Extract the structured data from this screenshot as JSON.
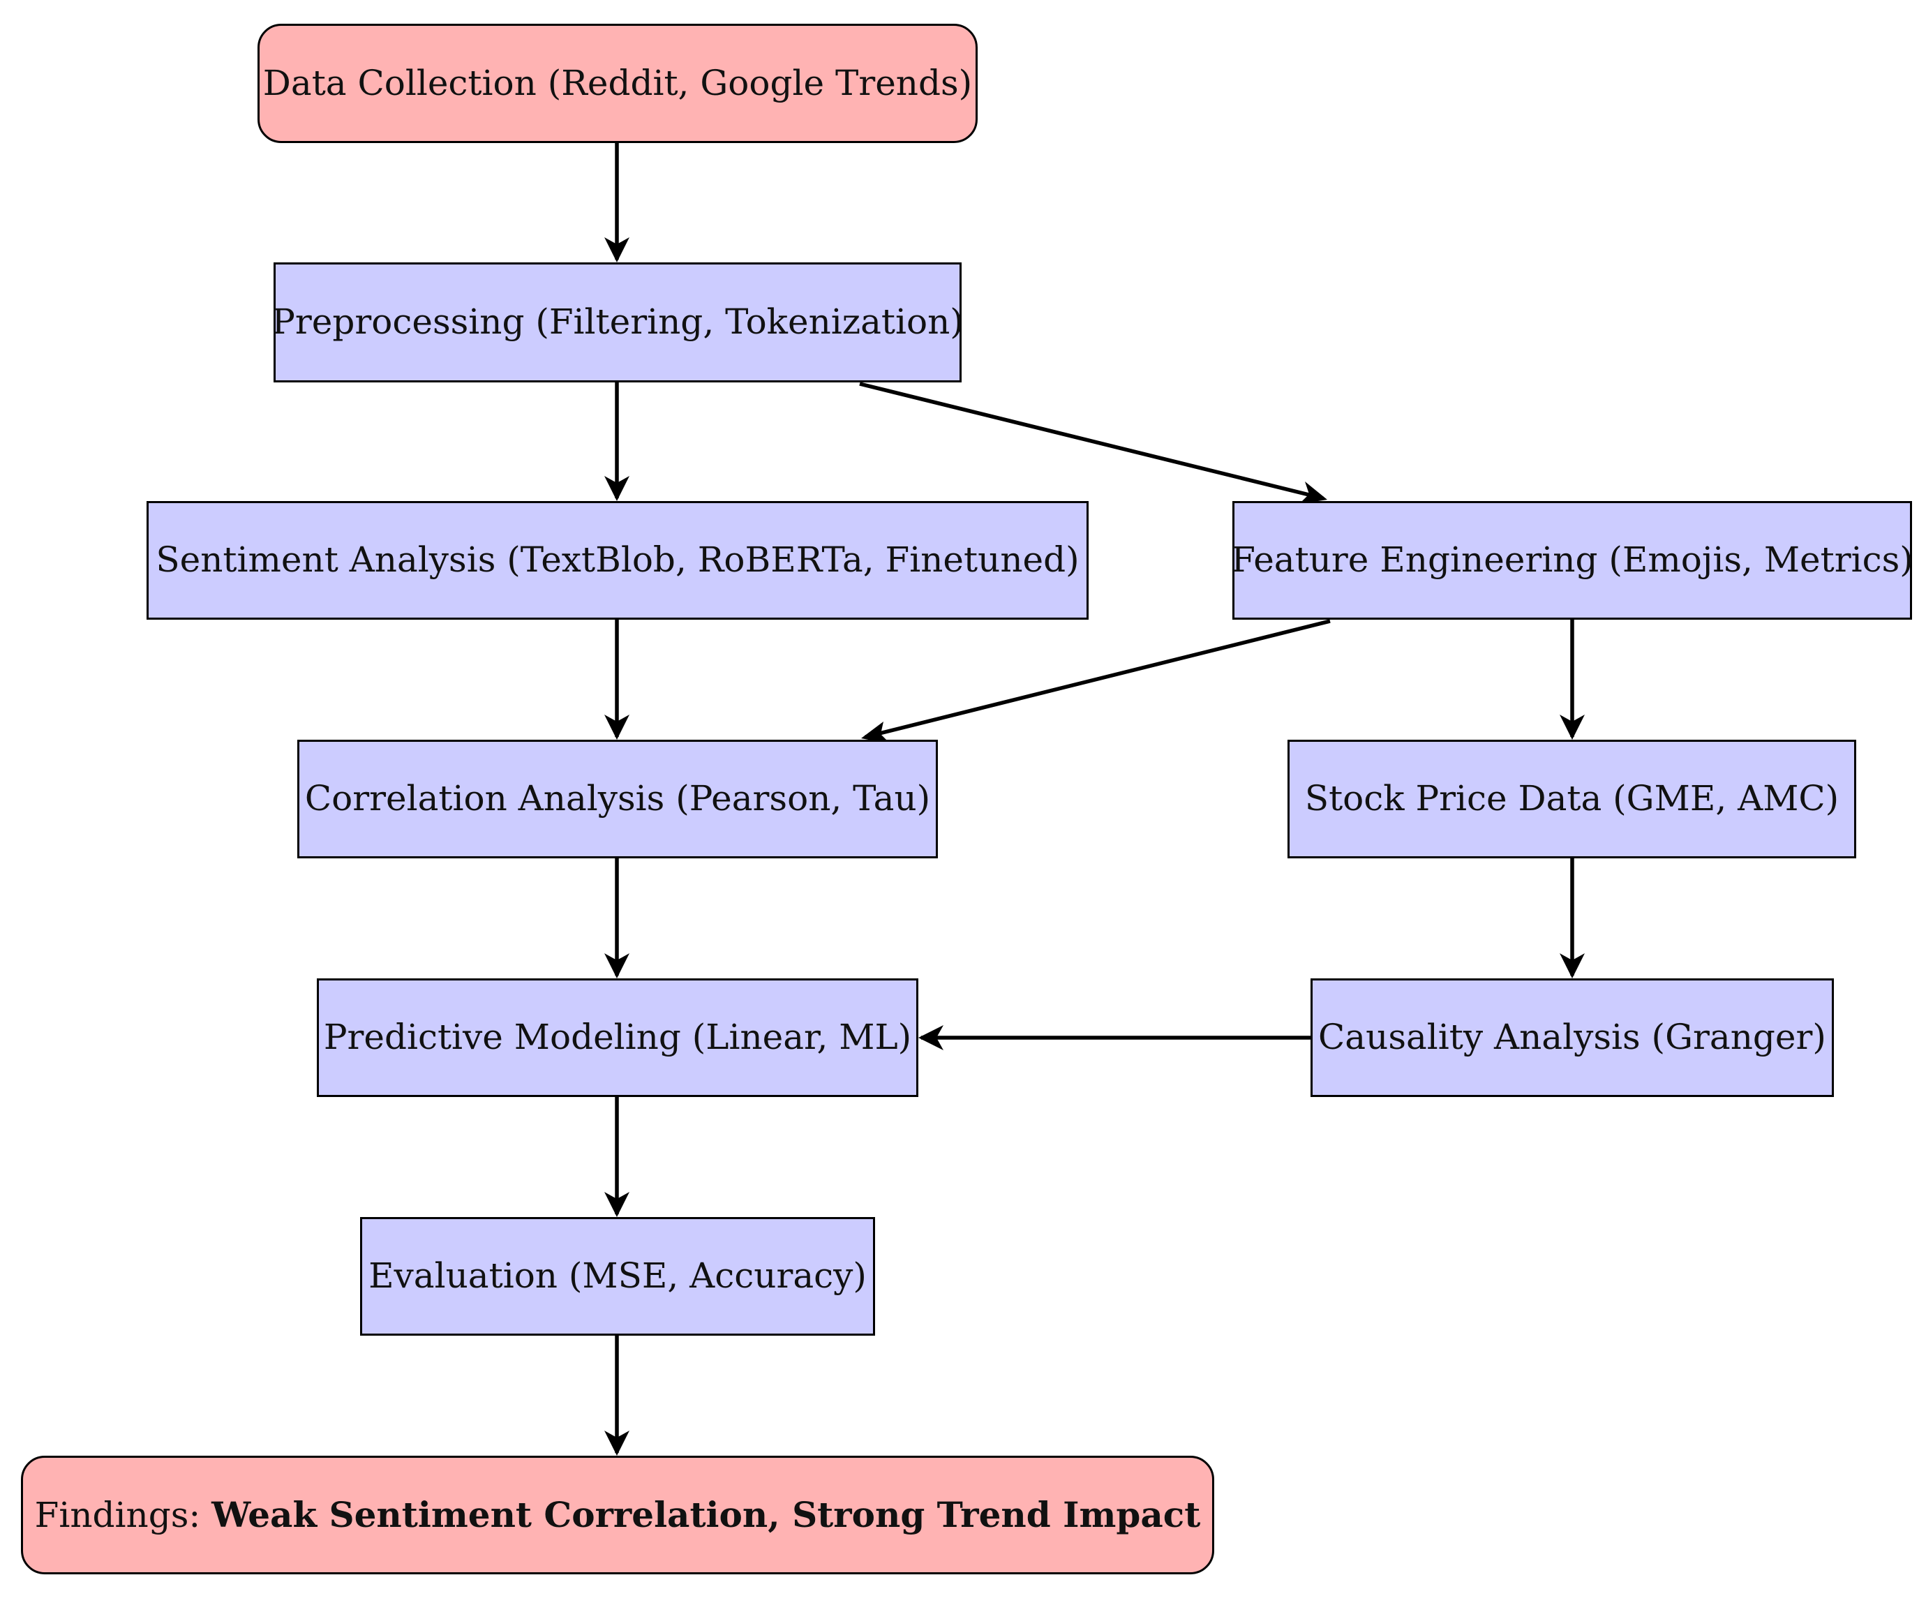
{
  "colors": {
    "terminal_fill": "#ffb3b3",
    "process_fill": "#ccccff",
    "stroke": "#000000"
  },
  "nodes": {
    "data_collection": "Data Collection (Reddit, Google Trends)",
    "preprocessing": "Preprocessing (Filtering, Tokenization)",
    "sentiment_analysis": "Sentiment Analysis (TextBlob, RoBERTa, Finetuned)",
    "feature_engineering": "Feature Engineering (Emojis, Metrics)",
    "correlation_analysis": "Correlation Analysis (Pearson, Tau)",
    "stock_price_data": "Stock Price Data (GME, AMC)",
    "predictive_modeling": "Predictive Modeling (Linear, ML)",
    "causality_analysis": "Causality Analysis (Granger)",
    "evaluation": "Evaluation (MSE, Accuracy)",
    "findings_prefix": "Findings: ",
    "findings_bold": "Weak Sentiment Correlation, Strong Trend Impact"
  },
  "edges": [
    {
      "from": "data_collection",
      "to": "preprocessing"
    },
    {
      "from": "preprocessing",
      "to": "sentiment_analysis"
    },
    {
      "from": "preprocessing",
      "to": "feature_engineering"
    },
    {
      "from": "sentiment_analysis",
      "to": "correlation_analysis"
    },
    {
      "from": "feature_engineering",
      "to": "correlation_analysis"
    },
    {
      "from": "feature_engineering",
      "to": "stock_price_data"
    },
    {
      "from": "correlation_analysis",
      "to": "predictive_modeling"
    },
    {
      "from": "stock_price_data",
      "to": "causality_analysis"
    },
    {
      "from": "causality_analysis",
      "to": "predictive_modeling"
    },
    {
      "from": "predictive_modeling",
      "to": "evaluation"
    },
    {
      "from": "evaluation",
      "to": "findings"
    }
  ]
}
